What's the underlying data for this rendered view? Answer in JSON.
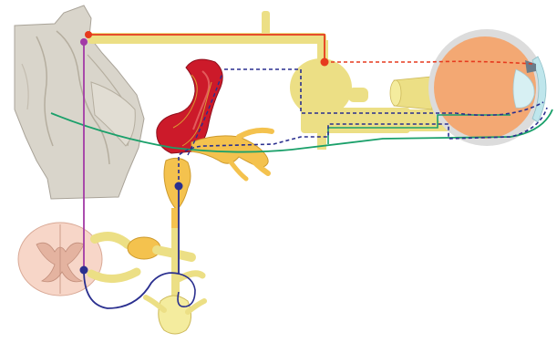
{
  "diagram": {
    "colors": {
      "background": "#ffffff",
      "brain_tissue": "#d9d5cb",
      "brain_outline": "#a9a398",
      "nerve_yellow": "#ecdf85",
      "nerve_yellow_dark": "#cdb95a",
      "ganglion_orange": "#f4c24e",
      "artery_red": "#cc1a2a",
      "eyeball_orange": "#f3a873",
      "cornea_blue": "#bfe6ec",
      "spinal_cord_pink": "#f7d6c8",
      "pathway_red": "#e63a1e",
      "pathway_purple": "#a23aa6",
      "pathway_navy": "#2a2f8f",
      "pathway_green": "#1aa06a"
    },
    "structures": [
      "brainstem",
      "hypothalamic-pathway",
      "ciliary-ganglion",
      "eyeball",
      "internal-carotid-artery",
      "superior-cervical-ganglion",
      "trigeminal-ganglion",
      "spinal-cord-section",
      "dorsal-root-ganglion",
      "sympathetic-chain"
    ],
    "icons": [
      "red-dot",
      "purple-dot",
      "navy-dot"
    ]
  }
}
